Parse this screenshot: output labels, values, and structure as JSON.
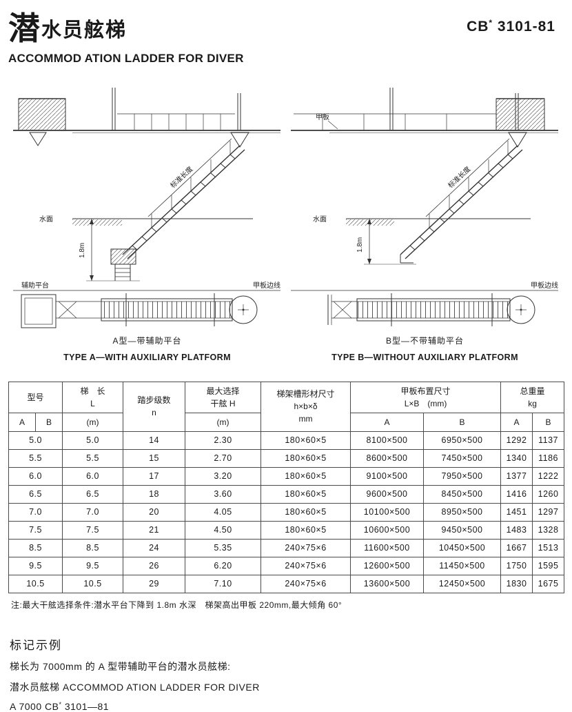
{
  "header": {
    "title_big": "潜",
    "title_rest": "水员舷梯",
    "code_prefix": "CB",
    "code_star": "*",
    "code_suffix": "3101-81",
    "subtitle": "ACCOMMOD ATION LADDER FOR DIVER"
  },
  "figures": {
    "type_a": {
      "caption_cn": "A型—带辅助平台",
      "caption_en": "TYPE A—WITH AUXILIARY PLATFORM",
      "labels": {
        "water_surface": "水面",
        "depth": "1.8m",
        "ladder": "标准长度",
        "aux_platform": "辅助平台",
        "deck_edge": "甲板边线"
      }
    },
    "type_b": {
      "caption_cn": "B型—不带辅助平台",
      "caption_en": "TYPE B—WITHOUT AUXILIARY PLATFORM",
      "labels": {
        "water_surface": "水面",
        "depth": "1.8m",
        "ladder": "标准长度",
        "deck": "甲板",
        "deck_edge": "甲板边线"
      }
    }
  },
  "table": {
    "headers": {
      "model": "型号",
      "sub_a": "A",
      "sub_b": "B",
      "length": "梯　长\nL",
      "length_unit": "(m)",
      "steps": "踏步级数\nn",
      "freeboard": "最大选择\n干舷 H",
      "freeboard_unit": "(m)",
      "channel": "梯架槽形材尺寸\nh×b×δ\nmm",
      "deck": "甲板布置尺寸\nL×B　(mm)",
      "deck_a": "A",
      "deck_b": "B",
      "weight": "总重量\nkg",
      "weight_a": "A",
      "weight_b": "B"
    },
    "rows": [
      [
        "5.0",
        "5.0",
        "14",
        "2.30",
        "180×60×5",
        "8100×500",
        "6950×500",
        "1292",
        "1137"
      ],
      [
        "5.5",
        "5.5",
        "15",
        "2.70",
        "180×60×5",
        "8600×500",
        "7450×500",
        "1340",
        "1186"
      ],
      [
        "6.0",
        "6.0",
        "17",
        "3.20",
        "180×60×5",
        "9100×500",
        "7950×500",
        "1377",
        "1222"
      ],
      [
        "6.5",
        "6.5",
        "18",
        "3.60",
        "180×60×5",
        "9600×500",
        "8450×500",
        "1416",
        "1260"
      ],
      [
        "7.0",
        "7.0",
        "20",
        "4.05",
        "180×60×5",
        "10100×500",
        "8950×500",
        "1451",
        "1297"
      ],
      [
        "7.5",
        "7.5",
        "21",
        "4.50",
        "180×60×5",
        "10600×500",
        "9450×500",
        "1483",
        "1328"
      ],
      [
        "8.5",
        "8.5",
        "24",
        "5.35",
        "240×75×6",
        "11600×500",
        "10450×500",
        "1667",
        "1513"
      ],
      [
        "9.5",
        "9.5",
        "26",
        "6.20",
        "240×75×6",
        "12600×500",
        "11450×500",
        "1750",
        "1595"
      ],
      [
        "10.5",
        "10.5",
        "29",
        "7.10",
        "240×75×6",
        "13600×500",
        "12450×500",
        "1830",
        "1675"
      ]
    ]
  },
  "note": "注:最大干舷选择条件:潜水平台下降到 1.8m 水深　梯架高出甲板 220mm,最大倾角 60°",
  "marking": {
    "heading": "标记示例",
    "line1": "梯长为 7000mm 的 A 型带辅助平台的潜水员舷梯:",
    "line2": "潜水员舷梯 ACCOMMOD ATION LADDER FOR DIVER",
    "line3_prefix": "A 7000 CB",
    "line3_star": "*",
    "line3_suffix": "3101—81"
  }
}
